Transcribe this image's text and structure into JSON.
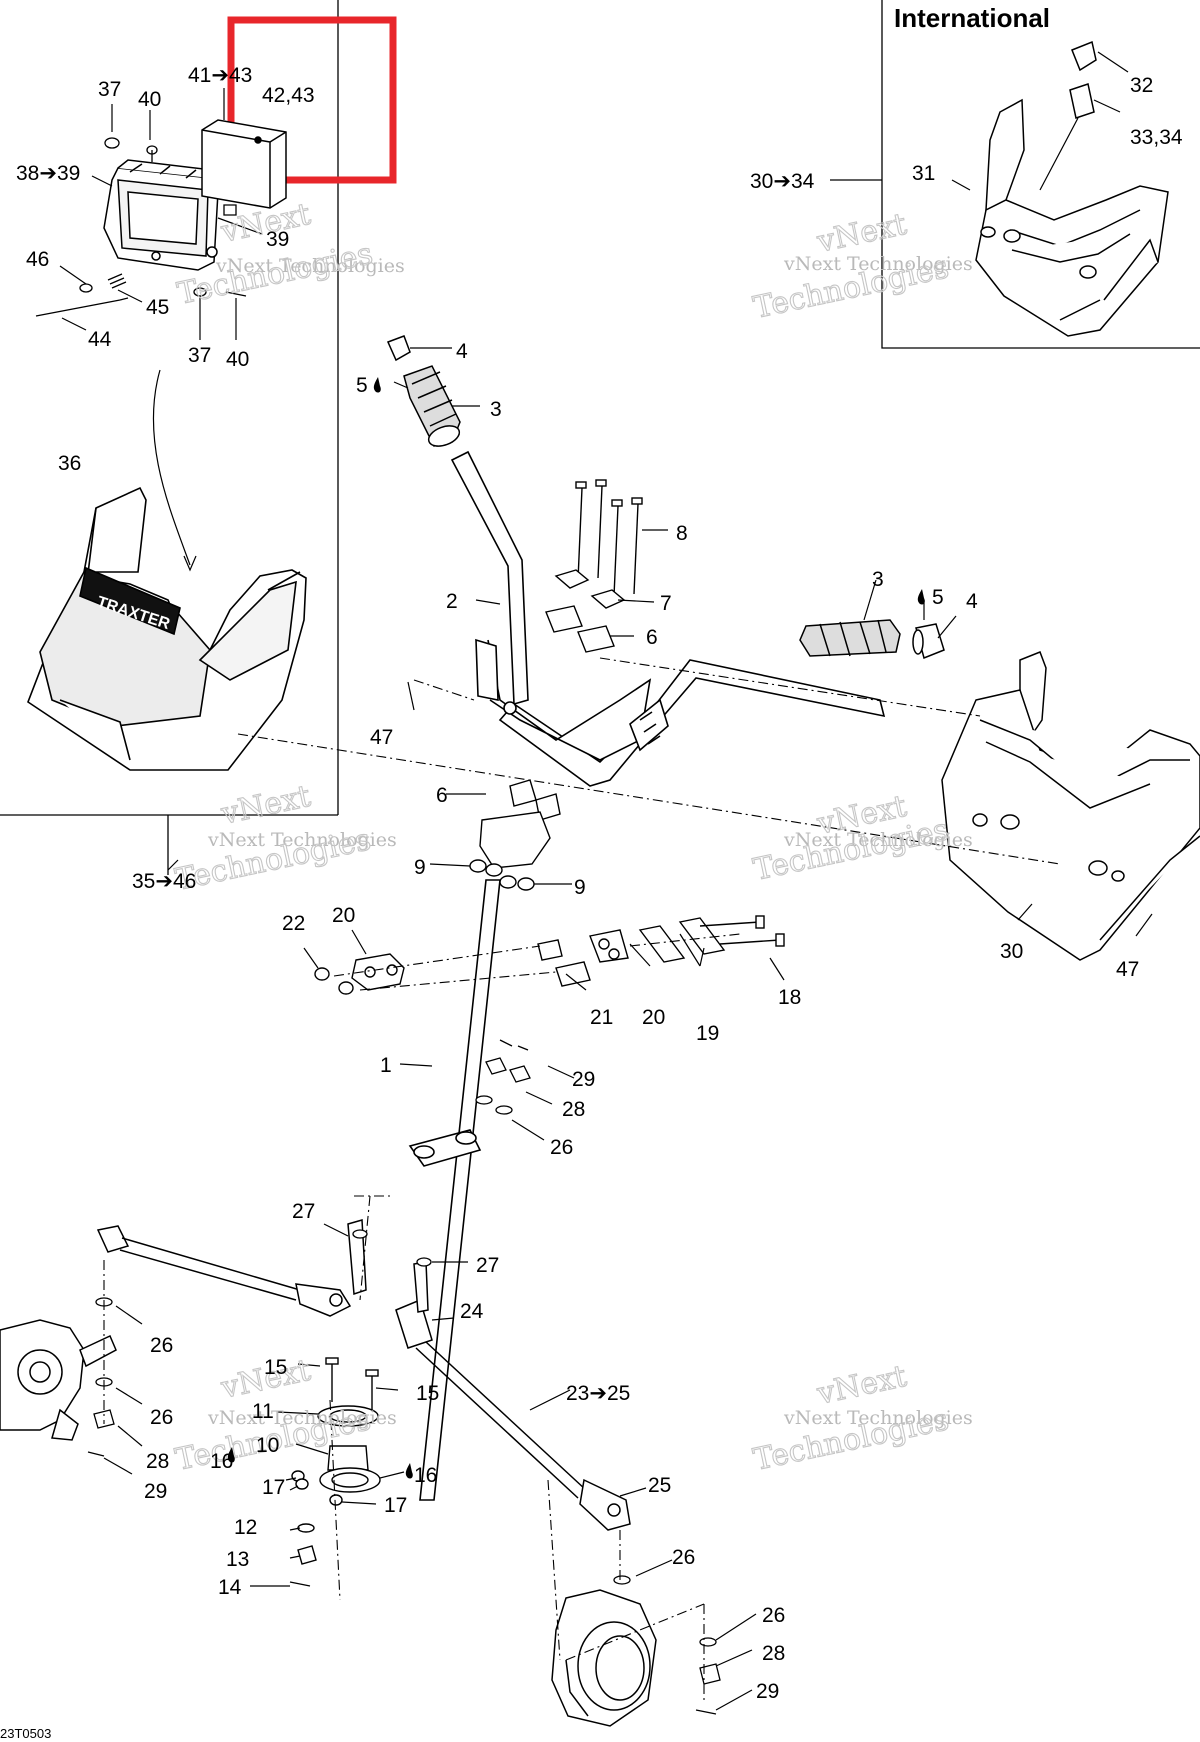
{
  "diagram": {
    "inset_title": "International",
    "drawing_code": "23T0503",
    "watermark_line1": "vNext Technologies",
    "watermark_line2": "Technologies",
    "watermark_line3": "vNext",
    "labels": [
      {
        "id": "37a",
        "text": "37"
      },
      {
        "id": "40a",
        "text": "40"
      },
      {
        "id": "41-43",
        "text": "41➔43"
      },
      {
        "id": "42-43",
        "text": "42,43"
      },
      {
        "id": "38-39",
        "text": "38➔39"
      },
      {
        "id": "39",
        "text": "39"
      },
      {
        "id": "46",
        "text": "46"
      },
      {
        "id": "45",
        "text": "45"
      },
      {
        "id": "44",
        "text": "44"
      },
      {
        "id": "37b",
        "text": "37"
      },
      {
        "id": "40b",
        "text": "40"
      },
      {
        "id": "36",
        "text": "36"
      },
      {
        "id": "35-46",
        "text": "35➔46"
      },
      {
        "id": "32",
        "text": "32"
      },
      {
        "id": "33-34",
        "text": "33,34"
      },
      {
        "id": "30-34",
        "text": "30➔34"
      },
      {
        "id": "31",
        "text": "31"
      },
      {
        "id": "4a",
        "text": "4"
      },
      {
        "id": "5a",
        "text": "5"
      },
      {
        "id": "3a",
        "text": "3"
      },
      {
        "id": "8",
        "text": "8"
      },
      {
        "id": "2",
        "text": "2"
      },
      {
        "id": "7",
        "text": "7"
      },
      {
        "id": "6a",
        "text": "6"
      },
      {
        "id": "3b",
        "text": "3"
      },
      {
        "id": "5b",
        "text": "5"
      },
      {
        "id": "4b",
        "text": "4"
      },
      {
        "id": "47a",
        "text": "47"
      },
      {
        "id": "6b",
        "text": "6"
      },
      {
        "id": "9a",
        "text": "9"
      },
      {
        "id": "9b",
        "text": "9"
      },
      {
        "id": "30",
        "text": "30"
      },
      {
        "id": "47b",
        "text": "47"
      },
      {
        "id": "22",
        "text": "22"
      },
      {
        "id": "20a",
        "text": "20"
      },
      {
        "id": "21",
        "text": "21"
      },
      {
        "id": "20b",
        "text": "20"
      },
      {
        "id": "19",
        "text": "19"
      },
      {
        "id": "18",
        "text": "18"
      },
      {
        "id": "1",
        "text": "1"
      },
      {
        "id": "29a",
        "text": "29"
      },
      {
        "id": "28a",
        "text": "28"
      },
      {
        "id": "26a",
        "text": "26"
      },
      {
        "id": "27a",
        "text": "27"
      },
      {
        "id": "27b",
        "text": "27"
      },
      {
        "id": "24",
        "text": "24"
      },
      {
        "id": "26b",
        "text": "26"
      },
      {
        "id": "26c",
        "text": "26"
      },
      {
        "id": "28b",
        "text": "28"
      },
      {
        "id": "29b",
        "text": "29"
      },
      {
        "id": "15a",
        "text": "15"
      },
      {
        "id": "15b",
        "text": "15"
      },
      {
        "id": "11",
        "text": "11"
      },
      {
        "id": "23-25",
        "text": "23➔25"
      },
      {
        "id": "16a",
        "text": "16"
      },
      {
        "id": "10",
        "text": "10"
      },
      {
        "id": "17a",
        "text": "17"
      },
      {
        "id": "16b",
        "text": "16"
      },
      {
        "id": "17b",
        "text": "17"
      },
      {
        "id": "25",
        "text": "25"
      },
      {
        "id": "12",
        "text": "12"
      },
      {
        "id": "13",
        "text": "13"
      },
      {
        "id": "26d",
        "text": "26"
      },
      {
        "id": "14",
        "text": "14"
      },
      {
        "id": "26e",
        "text": "26"
      },
      {
        "id": "28c",
        "text": "28"
      },
      {
        "id": "29c",
        "text": "29"
      }
    ]
  },
  "colors": {
    "line": "#000000",
    "highlight": "#e8262b",
    "watermark": "#bdbdbd"
  }
}
